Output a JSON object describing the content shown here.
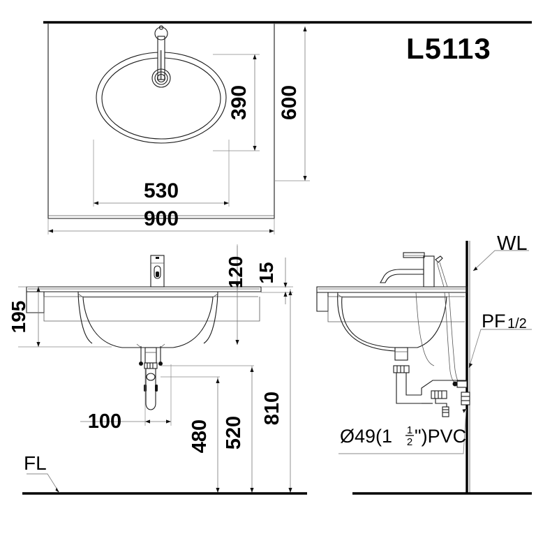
{
  "sheet": {
    "title": "L5113",
    "background_color": "#ffffff",
    "line_color": "#1a1a1a",
    "dim_color": "#777777"
  },
  "views": {
    "top": {
      "name": "top-view",
      "description": "plan view of countertop basin with oval bowl and single-hole faucet"
    },
    "front": {
      "name": "front-view",
      "description": "front elevation with bowl section, drain, p-trap and floor line"
    },
    "side": {
      "name": "side-view",
      "description": "side elevation against wall with faucet, trap and supply fittings"
    }
  },
  "dimensions": {
    "top_width": "900",
    "top_depth": "600",
    "bowl_width": "530",
    "bowl_depth": "390",
    "counter_height": "195",
    "faucet_height": "120",
    "counter_thickness": "15",
    "drain_offset": "100",
    "trap_height": "480",
    "supply_height": "520",
    "counter_top_height": "810"
  },
  "labels": {
    "floor_line": "FL",
    "wall_line": "WL",
    "supply_fitting": "PF",
    "supply_fitting_size": "1/2",
    "waste_pipe_prefix": "Ø49(1",
    "waste_pipe_frac_num": "1",
    "waste_pipe_frac_den": "2",
    "waste_pipe_suffix": "\")PVC"
  }
}
